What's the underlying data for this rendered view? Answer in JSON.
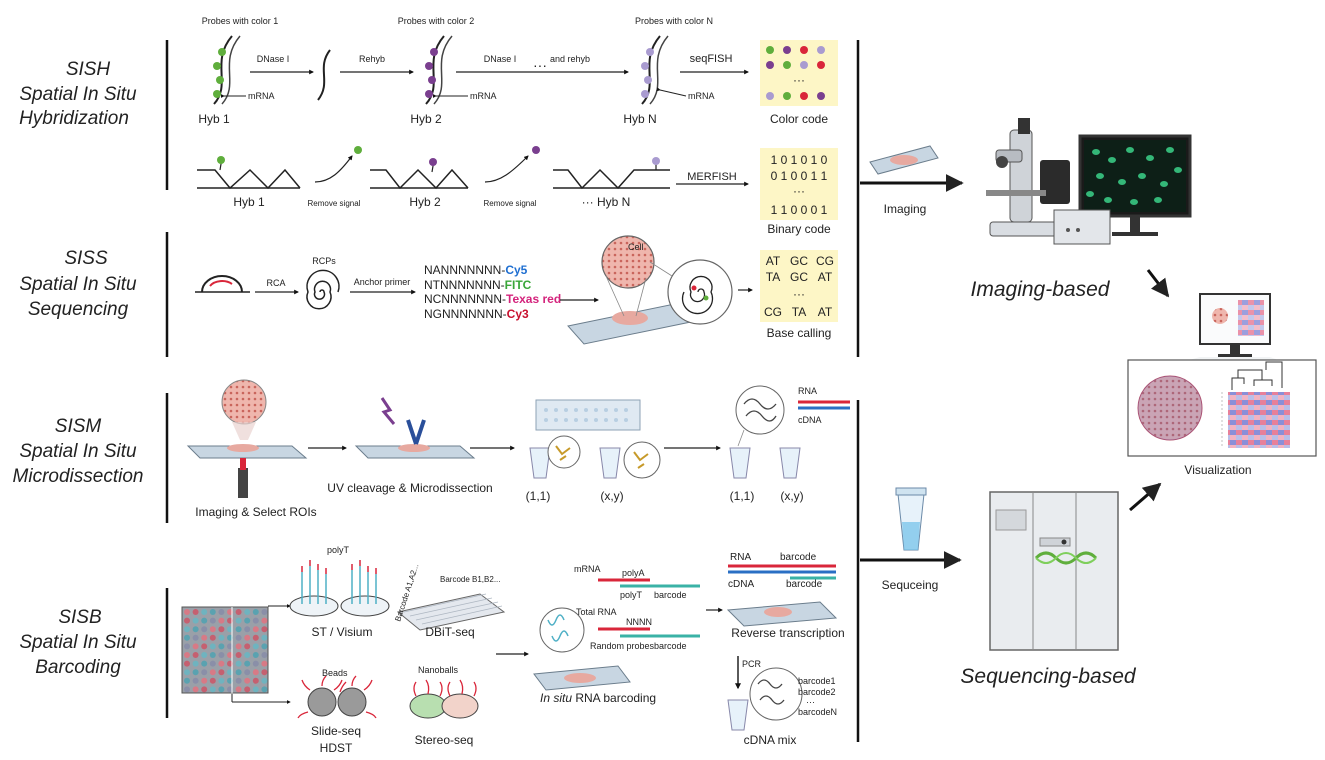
{
  "sections": {
    "sish": {
      "abbr": "SISH",
      "line1": "Spatial In Situ",
      "line2": "Hybridization"
    },
    "siss": {
      "abbr": "SISS",
      "line1": "Spatial In Situ",
      "line2": "Sequencing"
    },
    "sism": {
      "abbr": "SISM",
      "line1": "Spatial In Situ",
      "line2": "Microdissection"
    },
    "sisb": {
      "abbr": "SISB",
      "line1": "Spatial In Situ",
      "line2": "Barcoding"
    }
  },
  "seqfish": {
    "probes1": "Probes with color 1",
    "probes2": "Probes with color 2",
    "probesN": "Probes with color N",
    "dnase": "DNase I",
    "rehyb": "Rehyb",
    "dnase2": "DNase I",
    "and_rehyb": "and rehyb",
    "mrna": "mRNA",
    "hyb1": "Hyb 1",
    "hyb2": "Hyb 2",
    "hybN": "Hyb N",
    "method": "seqFISH",
    "code_label": "Color code",
    "dots": "···"
  },
  "merfish": {
    "hyb1": "Hyb 1",
    "hyb2": "Hyb 2",
    "hybN": "··· Hyb N",
    "remove1": "Remove signal",
    "remove2": "Remove signal",
    "method": "MERFISH",
    "rows": [
      "1 0 1 0 1 0",
      "0 1 0 0 1 1",
      "···",
      "1 1 0 0 0 1"
    ],
    "code_label": "Binary code"
  },
  "siss": {
    "rca": "RCA",
    "rcps": "RCPs",
    "anchor": "Anchor primer",
    "seqs": [
      {
        "prefix": "NANNNNNNN-",
        "dye": "Cy5",
        "color": "#1f6fd1"
      },
      {
        "prefix": "NTNNNNNNN-",
        "dye": "FITC",
        "color": "#3aa63a"
      },
      {
        "prefix": "NCNNNNNNN-",
        "dye": "Texas red",
        "color": "#d4237c"
      },
      {
        "prefix": "NGNNNNNNN-",
        "dye": "Cy3",
        "color": "#c8102e"
      }
    ],
    "cell": "Cell",
    "bases": [
      [
        "AT",
        "GC",
        "CG"
      ],
      [
        "TA",
        "GC",
        "AT"
      ],
      [
        "···",
        "",
        ""
      ],
      [
        "CG",
        "TA",
        "AT"
      ]
    ],
    "code_label": "Base calling"
  },
  "imaging": {
    "imaging": "Imaging",
    "title": "Imaging-based"
  },
  "sism": {
    "imaging_select": "Imaging & Select ROIs",
    "uv": "UV cleavage & Microdissection",
    "t1": "(1,1)",
    "t2": "(x,y)",
    "t3": "(1,1)",
    "t4": "(x,y)",
    "rna": "RNA",
    "cdna": "cDNA"
  },
  "sisb": {
    "polyt": "polyT",
    "st": "ST / Visium",
    "barcode_a": "Barcode A1,A2...",
    "barcode_b": "Barcode B1,B2...",
    "dbit": "DBiT-seq",
    "beads": "Beads",
    "slide": "Slide-seq",
    "hdst": "HDST",
    "nanoballs": "Nanoballs",
    "stereo": "Stereo-seq",
    "mrna": "mRNA",
    "polya": "polyA",
    "polyt2": "polyT",
    "barcode1": "barcode",
    "total_rna": "Total RNA",
    "nnnn": "NNNN",
    "random": "Random probes",
    "barcode2": "barcode",
    "insitu_a": "In situ",
    "insitu_b": " RNA barcoding",
    "rt_rna": "RNA",
    "rt_barcode": "barcode",
    "rt_cdna": "cDNA",
    "rt_barcode2": "barcode",
    "rt_label": "Reverse transcription",
    "pcr": "PCR",
    "bc1": "barcode1",
    "bc2": "barcode2",
    "bcdots": "···",
    "bcN": "barcodeN",
    "mix": "cDNA mix"
  },
  "seq": {
    "label": "Sequceing",
    "title": "Sequencing-based"
  },
  "viz": {
    "label": "Visualization"
  },
  "colors": {
    "green": "#5fae3c",
    "purple": "#7a3f8f",
    "lavender": "#a99bd0",
    "red": "#d9263a",
    "cream": "#fdf6c6",
    "tissue": "#e7a9a0",
    "dark": "#222222"
  }
}
